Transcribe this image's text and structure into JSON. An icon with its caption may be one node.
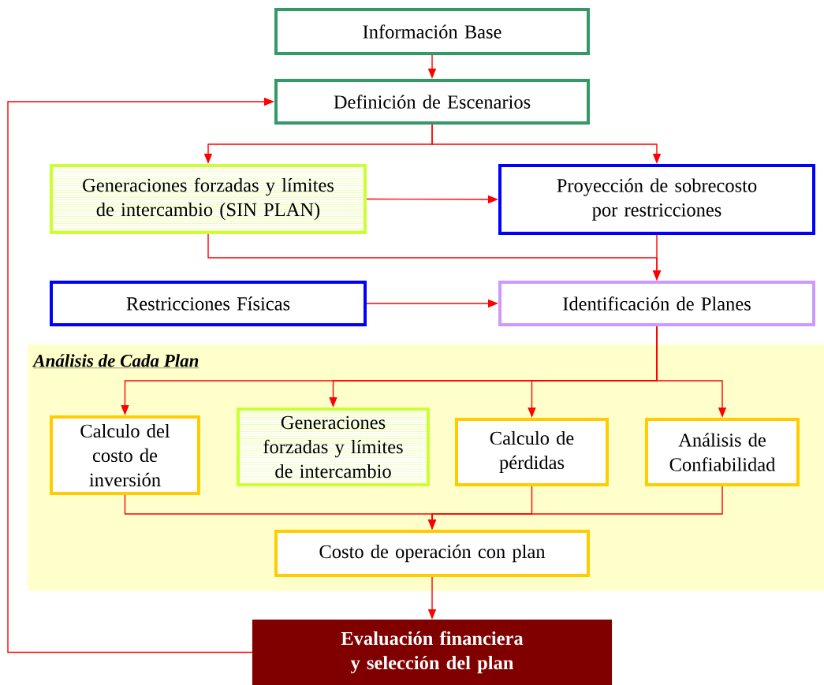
{
  "diagram": {
    "nodes": [
      {
        "text": [
          "Información Base"
        ]
      },
      {
        "text": [
          "Definición de Escenarios"
        ]
      },
      {
        "text": [
          "Generaciones forzadas y límites de intercambio (SIN PLAN)"
        ]
      },
      {
        "text": [
          "Proyección de sobrecosto por restricciones"
        ]
      },
      {
        "text": [
          "Restricciones Físicas"
        ]
      },
      {
        "text": [
          "Identificación de Planes"
        ]
      },
      {
        "text": [
          "Análisis de Cada Plan"
        ]
      },
      {
        "text": [
          "Calculo del costo de inversión"
        ],
        "in": 6
      },
      {
        "text": [
          "Generaciones forzadas y límites de intercambio"
        ],
        "in": 6
      },
      {
        "text": [
          "Calculo de pérdidas"
        ],
        "in": 6
      },
      {
        "text": [
          "Análisis de Confiabilidad"
        ],
        "in": 6
      },
      {
        "text": [
          "Costo de operación con plan"
        ],
        "in": 6
      },
      {
        "text": [
          "Evaluación financiera y selección del plan"
        ]
      }
    ],
    "edges": [
      {
        "from": 0,
        "to": 1,
        "arrow": "to"
      },
      {
        "from": 1,
        "to": 2,
        "arrow": "to"
      },
      {
        "from": 1,
        "to": 3,
        "arrow": "to"
      },
      {
        "from": 2,
        "to": 3,
        "arrow": "to"
      },
      {
        "from": 2,
        "to": 5,
        "arrow": "to"
      },
      {
        "from": 3,
        "to": 5,
        "arrow": "to"
      },
      {
        "from": 4,
        "to": 5,
        "arrow": "to"
      },
      {
        "from": 5,
        "to": 7,
        "arrow": "to"
      },
      {
        "from": 5,
        "to": 8,
        "arrow": "to"
      },
      {
        "from": 5,
        "to": 9,
        "arrow": "to"
      },
      {
        "from": 5,
        "to": 10,
        "arrow": "to"
      },
      {
        "from": 7,
        "to": 11,
        "arrow": "to"
      },
      {
        "from": 9,
        "to": 11,
        "arrow": "to"
      },
      {
        "from": 10,
        "to": 11,
        "arrow": "to"
      },
      {
        "from": 11,
        "to": 12,
        "arrow": "to"
      },
      {
        "from": 12,
        "to": 1,
        "arrow": "to"
      }
    ]
  }
}
